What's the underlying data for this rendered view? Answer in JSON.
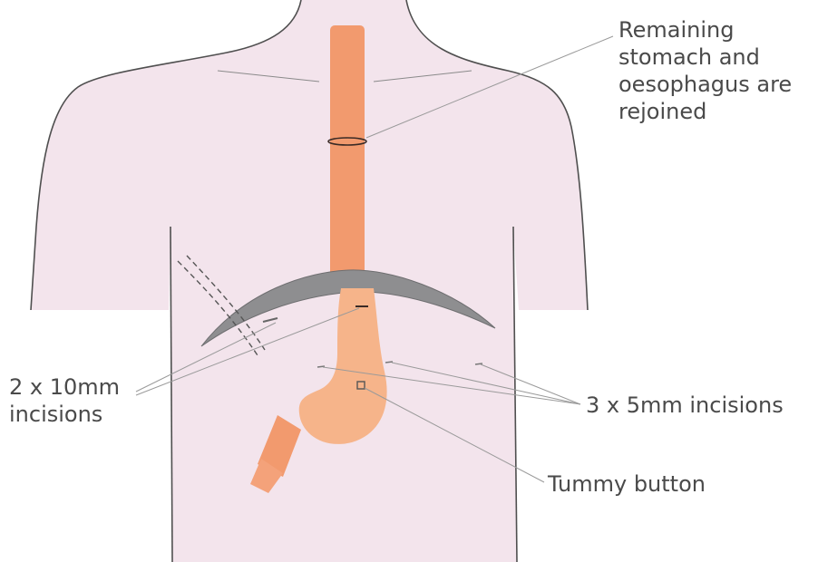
{
  "labels": {
    "rejoined": [
      "Remaining",
      "stomach and",
      "oesophagus are",
      "rejoined"
    ],
    "large_incisions": [
      "2 x 10mm",
      "incisions"
    ],
    "small_incisions": "3 x 5mm incisions",
    "tummy_button": "Tummy button"
  },
  "colors": {
    "body_fill": "#f3e4ec",
    "body_outline": "#4f4f4f",
    "oesophagus": "#f29a6e",
    "stomach": "#f6b48a",
    "diaphragm": "#8e8e90",
    "leader_line": "#9a9a9a",
    "text": "#4a4a4a"
  }
}
